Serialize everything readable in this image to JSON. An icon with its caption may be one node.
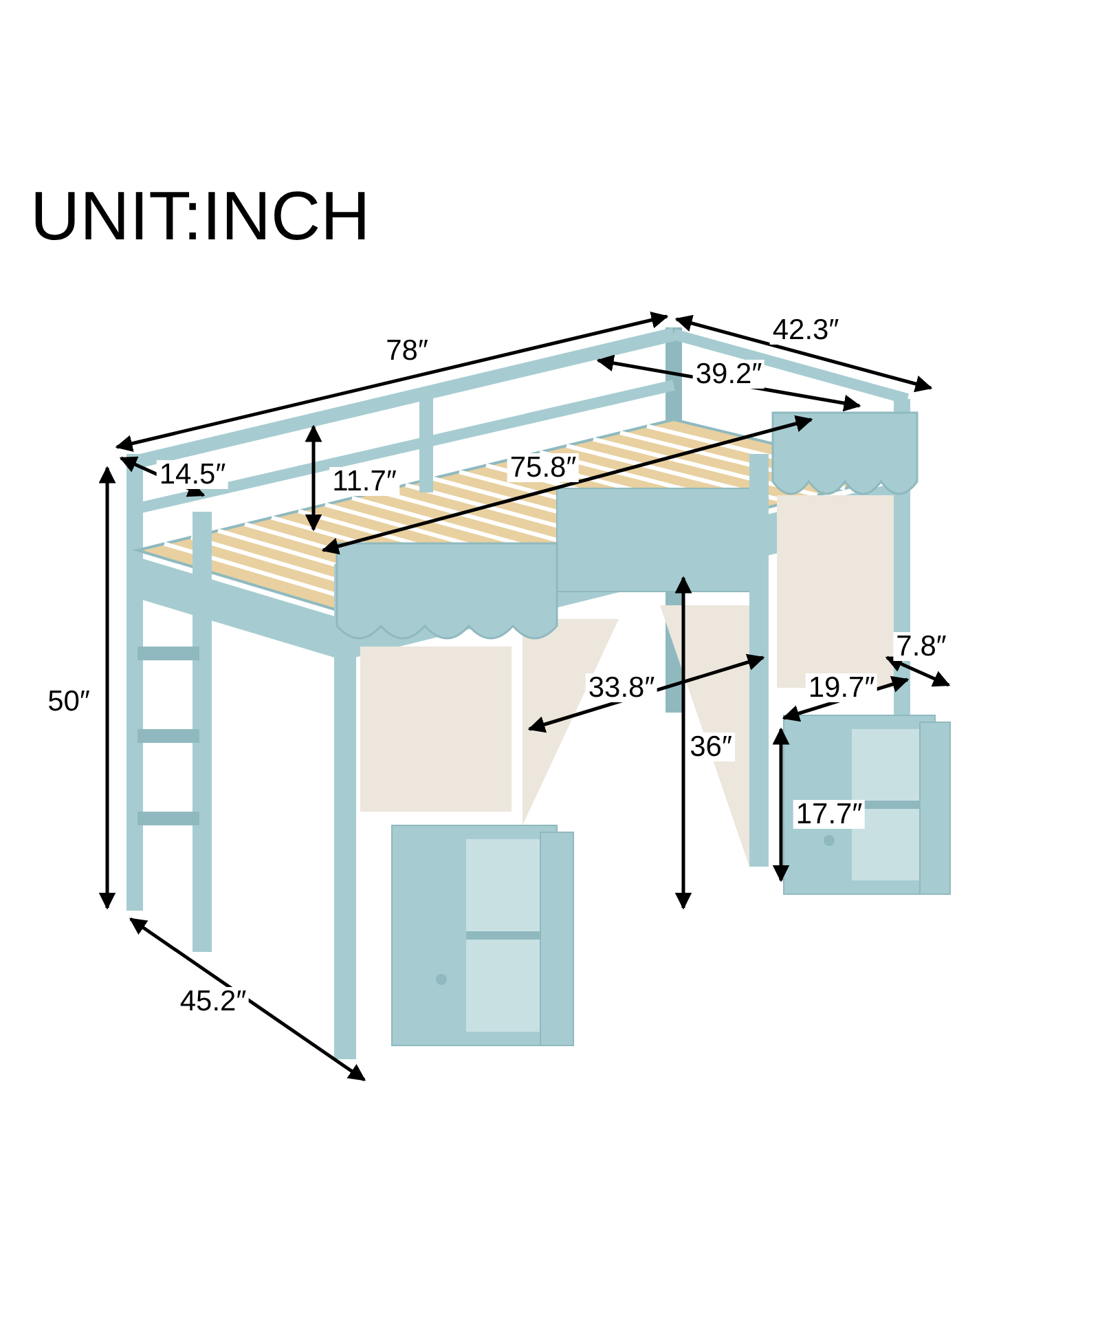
{
  "diagram": {
    "title": "UNIT:INCH",
    "labels": [
      "78″",
      "42.3″",
      "39.2″",
      "14.5″",
      "11.7″",
      "75.8″",
      "50″",
      "33.8″",
      "7.8″",
      "19.7″",
      "36″",
      "17.7″",
      "45.2″"
    ]
  }
}
